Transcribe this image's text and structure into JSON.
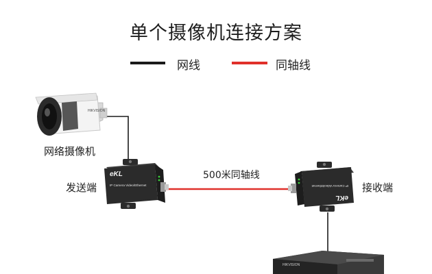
{
  "title": "单个摄像机连接方案",
  "legend": {
    "network_cable": "网线",
    "coax_cable": "同轴线"
  },
  "labels": {
    "camera": "网络摄像机",
    "sender": "发送端",
    "receiver": "接收端",
    "cable_length": "500米同轴线"
  },
  "devices": {
    "camera_brand": "HIKVISION",
    "transceiver_brand": "eKL",
    "transceiver_model": "IP Camera Video/Ethernet",
    "nvr_brand": "HIKVISION"
  },
  "colors": {
    "network_cable": "#1a1a1a",
    "coax_cable": "#e0302a",
    "device_body": "#2b2b2b"
  }
}
